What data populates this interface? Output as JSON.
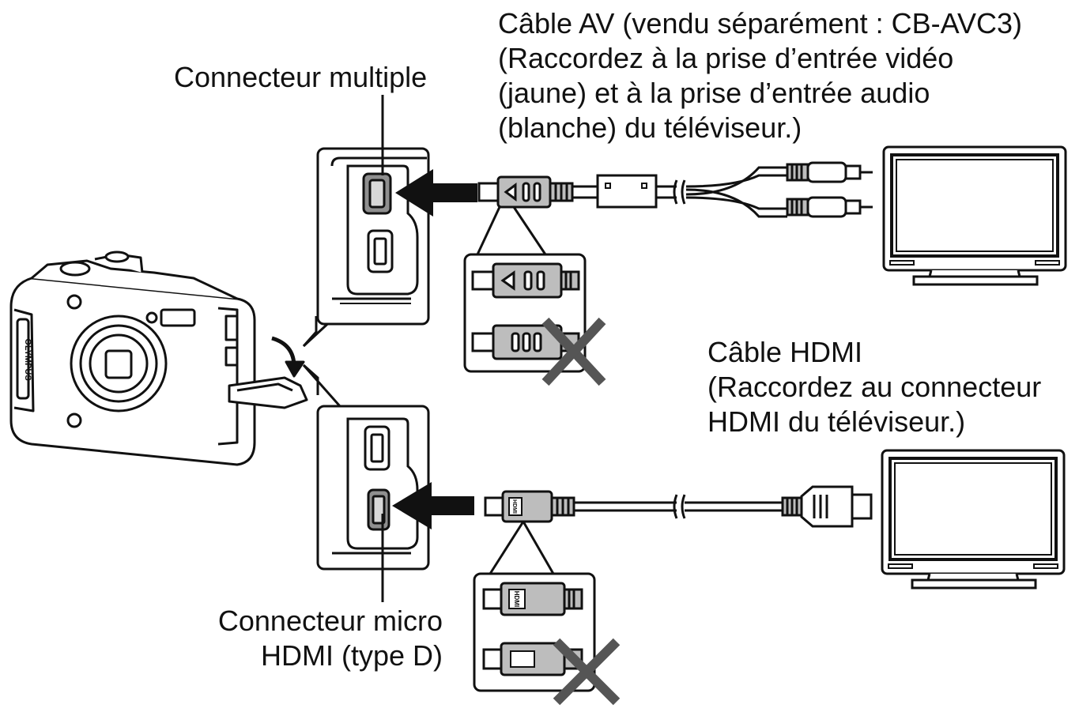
{
  "labels": {
    "av_cable": [
      "Câble AV (vendu séparément : CB-AVC3)",
      "(Raccordez à la prise d’entrée vidéo",
      "(jaune) et à la prise d’entrée audio",
      "(blanche) du téléviseur.)"
    ],
    "multi_connector": "Connecteur multiple",
    "hdmi_cable": [
      "Câble HDMI",
      "(Raccordez au connecteur",
      "HDMI du téléviseur.)"
    ],
    "micro_hdmi": [
      "Connecteur micro",
      "HDMI (type D)"
    ],
    "camera_brand": "OLYMPUS",
    "hdmi_plug_mark": "HDMI"
  },
  "colors": {
    "line": "#111111",
    "plug_fill": "#bdbdbd",
    "plug_dark": "#8f8f8f",
    "background": "#ffffff",
    "tv_screen": "#ffffff",
    "cross": "#555555"
  }
}
